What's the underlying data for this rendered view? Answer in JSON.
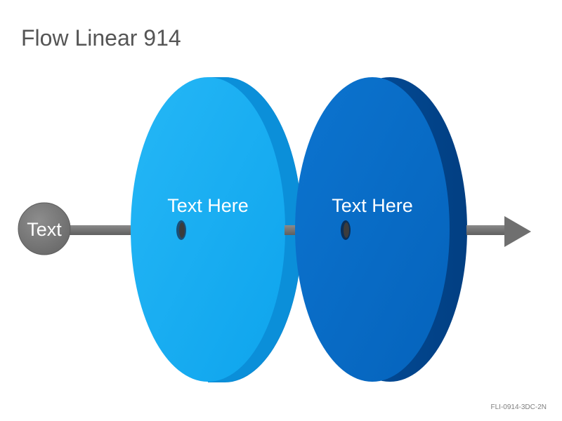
{
  "slide": {
    "title": "Flow Linear 914",
    "footer_code": "FLI-0914-3DC-2N"
  },
  "diagram": {
    "start_node": {
      "label": "Text",
      "color": "#7a7a7a"
    },
    "disks": [
      {
        "label": "Text Here",
        "face_color": "#12a9f0",
        "face_color_light": "#22b5f5",
        "edge_color": "#0d8fd8"
      },
      {
        "label": "Text Here",
        "face_color": "#0568c2",
        "face_color_light": "#0a72cc",
        "edge_color": "#034f97"
      }
    ],
    "shaft_color": "#777777",
    "arrow_color": "#6f6f6f"
  }
}
